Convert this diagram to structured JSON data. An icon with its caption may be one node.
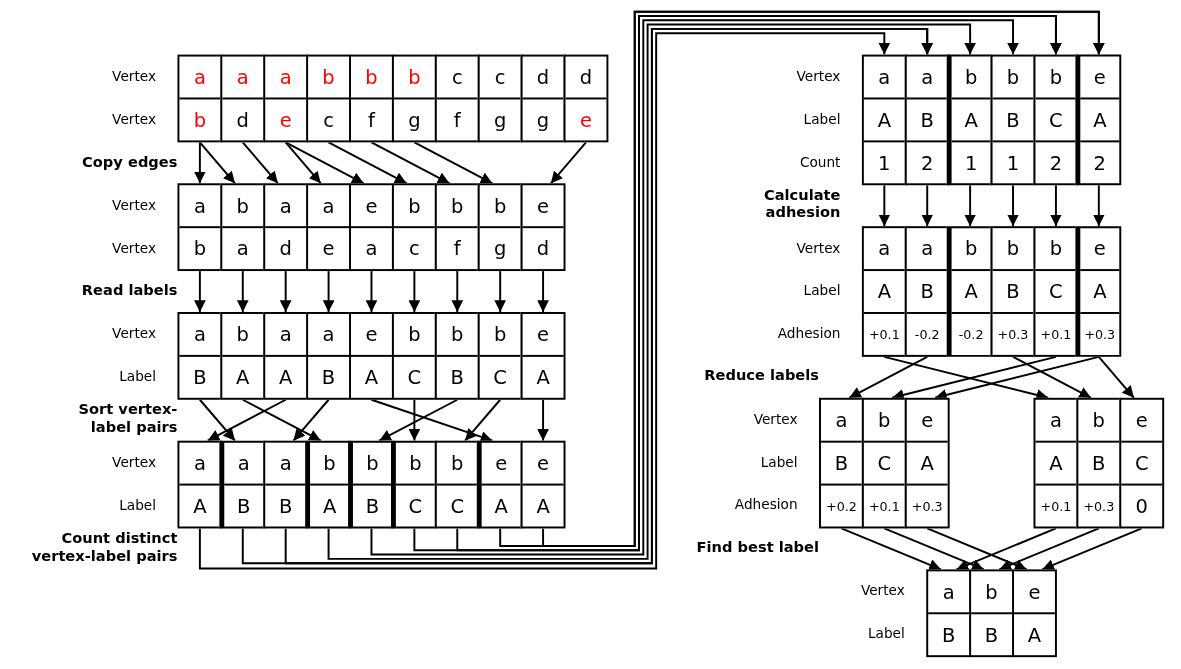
{
  "diagram": {
    "nodes": [
      {
        "text": [
          "a",
          "b"
        ]
      },
      {
        "text": [
          "a",
          "d"
        ]
      },
      {
        "text": [
          "a",
          "e"
        ]
      },
      {
        "text": [
          "b",
          "c"
        ]
      },
      {
        "text": [
          "b",
          "f"
        ]
      },
      {
        "text": [
          "b",
          "g"
        ]
      },
      {
        "text": [
          "c",
          "f"
        ]
      },
      {
        "text": [
          "c",
          "g"
        ]
      },
      {
        "text": [
          "d",
          "g"
        ]
      },
      {
        "text": [
          "d",
          "e"
        ]
      },
      {
        "text": [
          "a",
          "b"
        ]
      },
      {
        "text": [
          "b",
          "a"
        ]
      },
      {
        "text": [
          "a",
          "d"
        ]
      },
      {
        "text": [
          "a",
          "e"
        ]
      },
      {
        "text": [
          "e",
          "a"
        ]
      },
      {
        "text": [
          "b",
          "c"
        ]
      },
      {
        "text": [
          "b",
          "f"
        ]
      },
      {
        "text": [
          "b",
          "g"
        ]
      },
      {
        "text": [
          "e",
          "d"
        ]
      },
      {
        "text": [
          "a",
          "B"
        ]
      },
      {
        "text": [
          "b",
          "A"
        ]
      },
      {
        "text": [
          "a",
          "A"
        ]
      },
      {
        "text": [
          "a",
          "B"
        ]
      },
      {
        "text": [
          "e",
          "A"
        ]
      },
      {
        "text": [
          "b",
          "C"
        ]
      },
      {
        "text": [
          "b",
          "B"
        ]
      },
      {
        "text": [
          "b",
          "C"
        ]
      },
      {
        "text": [
          "e",
          "A"
        ]
      },
      {
        "text": [
          "a",
          "A"
        ]
      },
      {
        "text": [
          "a",
          "B"
        ]
      },
      {
        "text": [
          "a",
          "B"
        ]
      },
      {
        "text": [
          "b",
          "A"
        ]
      },
      {
        "text": [
          "b",
          "B"
        ]
      },
      {
        "text": [
          "b",
          "C"
        ]
      },
      {
        "text": [
          "b",
          "C"
        ]
      },
      {
        "text": [
          "e",
          "A"
        ]
      },
      {
        "text": [
          "e",
          "A"
        ]
      },
      {
        "text": [
          "a",
          "A",
          "1"
        ]
      },
      {
        "text": [
          "a",
          "B",
          "2"
        ]
      },
      {
        "text": [
          "b",
          "A",
          "1"
        ]
      },
      {
        "text": [
          "b",
          "B",
          "1"
        ]
      },
      {
        "text": [
          "b",
          "C",
          "2"
        ]
      },
      {
        "text": [
          "e",
          "A",
          "2"
        ]
      },
      {
        "text": [
          "a",
          "A",
          "+0.1"
        ]
      },
      {
        "text": [
          "a",
          "B",
          "-0.2"
        ]
      },
      {
        "text": [
          "b",
          "A",
          "-0.2"
        ]
      },
      {
        "text": [
          "b",
          "B",
          "+0.3"
        ]
      },
      {
        "text": [
          "b",
          "C",
          "+0.1"
        ]
      },
      {
        "text": [
          "e",
          "A",
          "+0.3"
        ]
      },
      {
        "text": [
          "a",
          "B",
          "+0.2"
        ]
      },
      {
        "text": [
          "b",
          "C",
          "+0.1"
        ]
      },
      {
        "text": [
          "e",
          "A",
          "+0.3"
        ]
      },
      {
        "text": [
          "a",
          "A",
          "+0.1"
        ]
      },
      {
        "text": [
          "b",
          "B",
          "+0.3"
        ]
      },
      {
        "text": [
          "e",
          "C",
          "0"
        ]
      },
      {
        "text": [
          "a",
          "B"
        ]
      },
      {
        "text": [
          "b",
          "B"
        ]
      },
      {
        "text": [
          "e",
          "A"
        ]
      }
    ],
    "edges": [
      {
        "from": 0,
        "to": 10,
        "arrow": "to"
      },
      {
        "from": 0,
        "to": 11,
        "arrow": "to"
      },
      {
        "from": 1,
        "to": 12,
        "arrow": "to"
      },
      {
        "from": 2,
        "to": 13,
        "arrow": "to"
      },
      {
        "from": 2,
        "to": 14,
        "arrow": "to"
      },
      {
        "from": 3,
        "to": 15,
        "arrow": "to"
      },
      {
        "from": 4,
        "to": 16,
        "arrow": "to"
      },
      {
        "from": 5,
        "to": 17,
        "arrow": "to"
      },
      {
        "from": 9,
        "to": 18,
        "arrow": "to"
      },
      {
        "from": 10,
        "to": 19,
        "arrow": "to"
      },
      {
        "from": 11,
        "to": 20,
        "arrow": "to"
      },
      {
        "from": 12,
        "to": 21,
        "arrow": "to"
      },
      {
        "from": 13,
        "to": 22,
        "arrow": "to"
      },
      {
        "from": 14,
        "to": 23,
        "arrow": "to"
      },
      {
        "from": 15,
        "to": 24,
        "arrow": "to"
      },
      {
        "from": 16,
        "to": 25,
        "arrow": "to"
      },
      {
        "from": 17,
        "to": 26,
        "arrow": "to"
      },
      {
        "from": 18,
        "to": 27,
        "arrow": "to"
      },
      {
        "from": 19,
        "to": 29,
        "arrow": "to"
      },
      {
        "from": 20,
        "to": 31,
        "arrow": "to"
      },
      {
        "from": 21,
        "to": 28,
        "arrow": "to"
      },
      {
        "from": 22,
        "to": 30,
        "arrow": "to"
      },
      {
        "from": 23,
        "to": 35,
        "arrow": "to"
      },
      {
        "from": 24,
        "to": 33,
        "arrow": "to"
      },
      {
        "from": 25,
        "to": 32,
        "arrow": "to"
      },
      {
        "from": 26,
        "to": 34,
        "arrow": "to"
      },
      {
        "from": 27,
        "to": 36,
        "arrow": "to"
      },
      {
        "from": 28,
        "to": 37,
        "arrow": "to"
      },
      {
        "from": 29,
        "to": 38,
        "arrow": "to"
      },
      {
        "from": 30,
        "to": 38,
        "arrow": "to"
      },
      {
        "from": 31,
        "to": 39,
        "arrow": "to"
      },
      {
        "from": 32,
        "to": 40,
        "arrow": "to"
      },
      {
        "from": 33,
        "to": 41,
        "arrow": "to"
      },
      {
        "from": 34,
        "to": 41,
        "arrow": "to"
      },
      {
        "from": 35,
        "to": 42,
        "arrow": "to"
      },
      {
        "from": 36,
        "to": 42,
        "arrow": "to"
      },
      {
        "from": 37,
        "to": 43,
        "arrow": "to"
      },
      {
        "from": 38,
        "to": 44,
        "arrow": "to"
      },
      {
        "from": 39,
        "to": 45,
        "arrow": "to"
      },
      {
        "from": 40,
        "to": 46,
        "arrow": "to"
      },
      {
        "from": 41,
        "to": 47,
        "arrow": "to"
      },
      {
        "from": 42,
        "to": 48,
        "arrow": "to"
      },
      {
        "from": 43,
        "to": 52,
        "arrow": "to"
      },
      {
        "from": 44,
        "to": 49,
        "arrow": "to"
      },
      {
        "from": 46,
        "to": 53,
        "arrow": "to"
      },
      {
        "from": 47,
        "to": 50,
        "arrow": "to"
      },
      {
        "from": 48,
        "to": 51,
        "arrow": "to"
      },
      {
        "from": 48,
        "to": 54,
        "arrow": "to"
      },
      {
        "from": 49,
        "to": 55,
        "arrow": "to"
      },
      {
        "from": 50,
        "to": 56,
        "arrow": "to"
      },
      {
        "from": 51,
        "to": 57,
        "arrow": "to"
      },
      {
        "from": 52,
        "to": 55,
        "arrow": "to"
      },
      {
        "from": 53,
        "to": 56,
        "arrow": "to"
      },
      {
        "from": 54,
        "to": 57,
        "arrow": "to"
      }
    ],
    "labels": [
      "Vertex",
      "Vertex",
      "Copy edges",
      "Vertex",
      "Vertex",
      "Read labels",
      "Vertex",
      "Label",
      "Sort vertex-label pairs",
      "Vertex",
      "Label",
      "Count distinct vertex-label pairs",
      "Vertex",
      "Label",
      "Count",
      "Calculate adhesion",
      "Vertex",
      "Label",
      "Adhesion",
      "Reduce labels",
      "Vertex",
      "Label",
      "Adhesion",
      "Find best label",
      "Vertex",
      "Label"
    ]
  }
}
